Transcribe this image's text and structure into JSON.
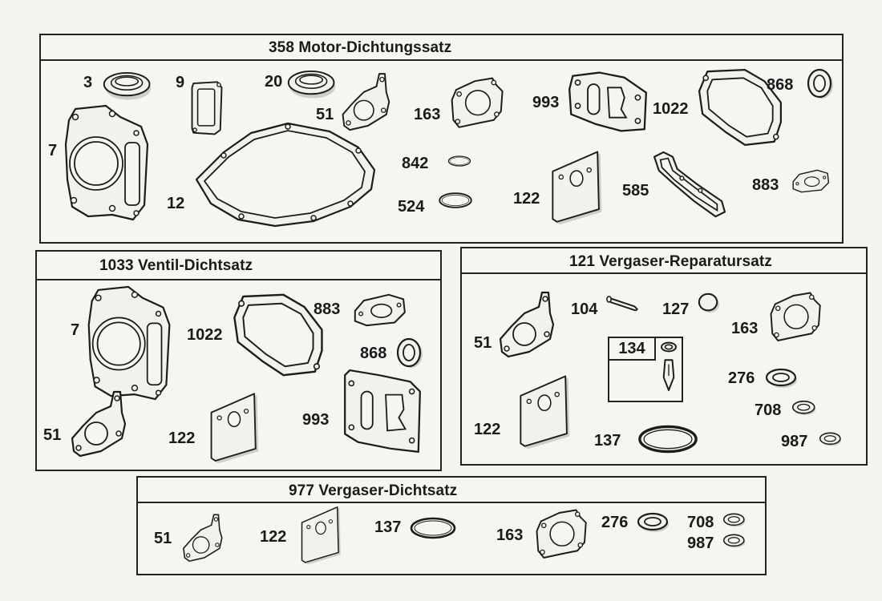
{
  "panels": {
    "motor": {
      "title": "358 Motor-Dichtungssatz",
      "labels": {
        "p3": "3",
        "p9": "9",
        "p20": "20",
        "p51": "51",
        "p163": "163",
        "p993": "993",
        "p1022": "1022",
        "p868": "868",
        "p7": "7",
        "p12": "12",
        "p842": "842",
        "p524": "524",
        "p122": "122",
        "p585": "585",
        "p883": "883"
      }
    },
    "ventil": {
      "title": "1033  Ventil-Dichtsatz",
      "labels": {
        "p7": "7",
        "p1022": "1022",
        "p883": "883",
        "p868": "868",
        "p51": "51",
        "p122": "122",
        "p993": "993"
      }
    },
    "vergaser_rep": {
      "title": "121 Vergaser-Reparatursatz",
      "labels": {
        "p104": "104",
        "p127": "127",
        "p51": "51",
        "p163": "163",
        "p134": "134",
        "p276": "276",
        "p708": "708",
        "p122": "122",
        "p137": "137",
        "p987": "987"
      }
    },
    "vergaser_dicht": {
      "title": "977 Vergaser-Dichtsatz",
      "labels": {
        "p51": "51",
        "p122": "122",
        "p137": "137",
        "p163": "163",
        "p276": "276",
        "p708": "708",
        "p987": "987"
      }
    }
  }
}
